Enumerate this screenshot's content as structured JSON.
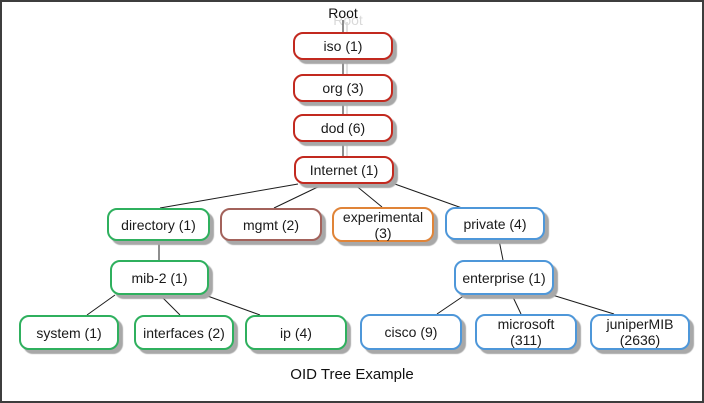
{
  "diagram": {
    "root_label": "Root",
    "caption": "OID Tree Example",
    "colors": {
      "red": "#c2291f",
      "maroon": "#a3625b",
      "green": "#2fb05e",
      "orange": "#e08438",
      "blue": "#4e97d9",
      "line": "#1c1c1c",
      "box_shadow": "#a8a8a8"
    },
    "nodes": {
      "iso": {
        "label": "iso (1)",
        "border": "#c2291f"
      },
      "org": {
        "label": "org (3)",
        "border": "#c2291f"
      },
      "dod": {
        "label": "dod (6)",
        "border": "#c2291f"
      },
      "internet": {
        "label": "Internet (1)",
        "border": "#c2291f"
      },
      "directory": {
        "label": "directory (1)",
        "border": "#2fb05e"
      },
      "mgmt": {
        "label": "mgmt (2)",
        "border": "#a3625b"
      },
      "experimental": {
        "label": "experimental\n(3)",
        "border": "#e08438"
      },
      "private": {
        "label": "private (4)",
        "border": "#4e97d9"
      },
      "mib2": {
        "label": "mib-2 (1)",
        "border": "#2fb05e"
      },
      "enterprise": {
        "label": "enterprise (1)",
        "border": "#4e97d9"
      },
      "system": {
        "label": "system (1)",
        "border": "#2fb05e"
      },
      "interfaces": {
        "label": "interfaces (2)",
        "border": "#2fb05e"
      },
      "ip": {
        "label": "ip (4)",
        "border": "#2fb05e"
      },
      "cisco": {
        "label": "cisco (9)",
        "border": "#4e97d9"
      },
      "microsoft": {
        "label": "microsoft\n(311)",
        "border": "#4e97d9"
      },
      "junipermib": {
        "label": "juniperMIB\n(2636)",
        "border": "#4e97d9"
      }
    }
  }
}
